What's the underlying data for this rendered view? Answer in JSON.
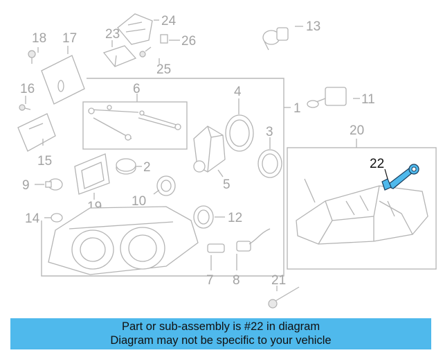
{
  "diagram": {
    "callouts": {
      "c1": "1",
      "c2": "2",
      "c3": "3",
      "c4": "4",
      "c5": "5",
      "c6": "6",
      "c7": "7",
      "c8": "8",
      "c9": "9",
      "c10": "10",
      "c11": "11",
      "c12": "12",
      "c13": "13",
      "c14": "14",
      "c15": "15",
      "c16": "16",
      "c17": "17",
      "c18": "18",
      "c19": "19",
      "c20": "20",
      "c21": "21",
      "c22": "22",
      "c23": "23",
      "c24": "24",
      "c25": "25",
      "c26": "26"
    },
    "highlighted_part": "22",
    "highlight_color": "#4fb9ec",
    "line_color": "#b4b4b4"
  },
  "banner": {
    "line1": "Part or sub-assembly is #22 in diagram",
    "line2": "Diagram may not be specific to your vehicle",
    "background": "#4fb9ec"
  }
}
